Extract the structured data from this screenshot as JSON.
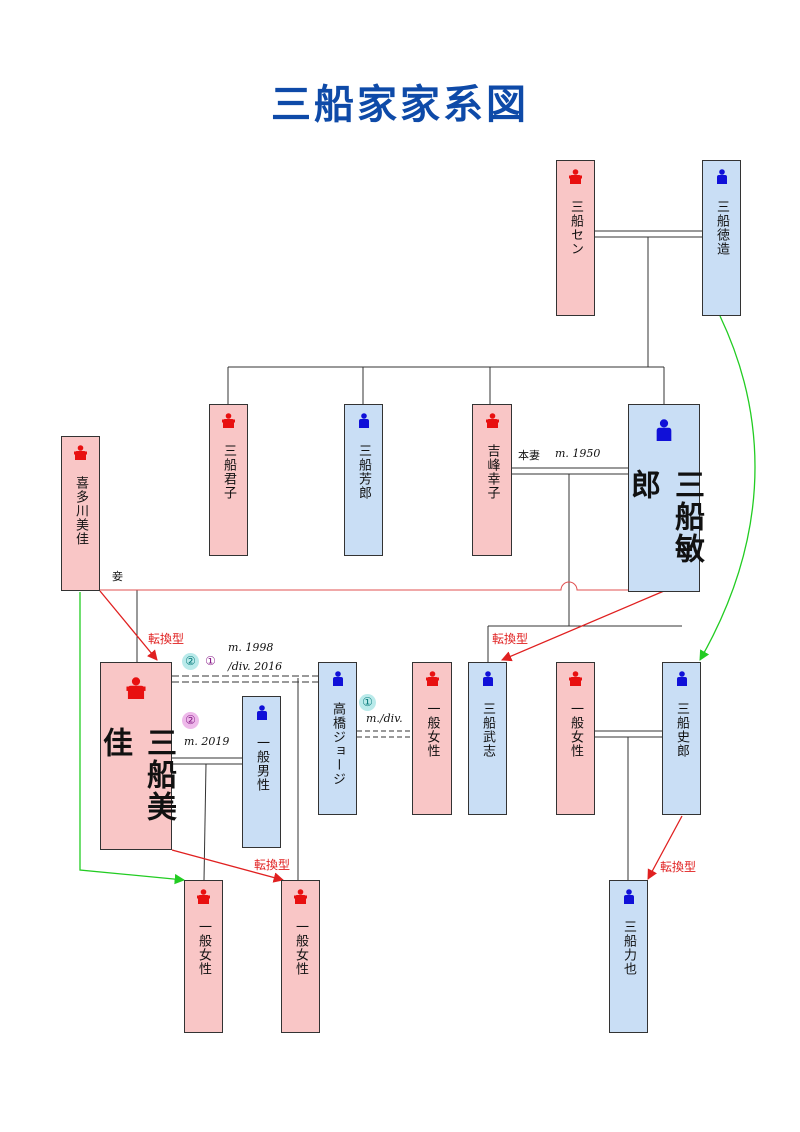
{
  "title": "三船家家系図",
  "colors": {
    "female_fill": "#f9c6c6",
    "male_fill": "#c9def5",
    "female_icon": "#e81010",
    "male_icon": "#1010d8",
    "conversion_arrow": "#e02020",
    "lineage_arrow": "#22cc22",
    "concubine_line": "#e05050",
    "title_color": "#0e4aa8"
  },
  "people": {
    "sen": {
      "name": "三船セン",
      "gender": "female",
      "icon": "female-person-icon"
    },
    "tokuzo": {
      "name": "三船徳造",
      "gender": "male",
      "icon": "male-person-icon"
    },
    "kimiko": {
      "name": "三船君子",
      "gender": "female",
      "icon": "female-person-icon"
    },
    "yoshiro": {
      "name": "三船芳郎",
      "gender": "male",
      "icon": "male-person-icon"
    },
    "sachiko": {
      "name": "吉峰幸子",
      "gender": "female",
      "icon": "female-person-icon"
    },
    "toshiro": {
      "name": "三船敏郎",
      "gender": "male",
      "icon": "male-person-icon"
    },
    "mika_kitagawa": {
      "name": "喜多川美佳",
      "gender": "female",
      "icon": "female-person-icon"
    },
    "mika": {
      "name": "三船美佳",
      "gender": "female",
      "icon": "female-person-icon"
    },
    "ippan_dansei": {
      "name": "一般男性",
      "gender": "male",
      "icon": "male-person-icon"
    },
    "george": {
      "name": "高橋ジョージ",
      "gender": "male",
      "icon": "male-person-icon"
    },
    "ippan_josei_1": {
      "name": "一般女性",
      "gender": "female",
      "icon": "female-person-icon"
    },
    "takeshi": {
      "name": "三船武志",
      "gender": "male",
      "icon": "male-person-icon"
    },
    "ippan_josei_2": {
      "name": "一般女性",
      "gender": "female",
      "icon": "female-person-icon"
    },
    "shiro": {
      "name": "三船史郎",
      "gender": "male",
      "icon": "male-person-icon"
    },
    "ippan_josei_3": {
      "name": "一般女性",
      "gender": "female",
      "icon": "female-person-icon"
    },
    "ippan_josei_4": {
      "name": "一般女性",
      "gender": "female",
      "icon": "female-person-icon"
    },
    "rikiya": {
      "name": "三船力也",
      "gender": "male",
      "icon": "male-person-icon"
    }
  },
  "annotations": {
    "honsai": "本妻",
    "m1950": "m. 1950",
    "mekake": "妾",
    "m1998": "m. 1998",
    "div2016": "/div. 2016",
    "m2019": "m. 2019",
    "mdiv": "m./div.",
    "conversion": "転換型",
    "circle_1": "①",
    "circle_2": "②"
  }
}
